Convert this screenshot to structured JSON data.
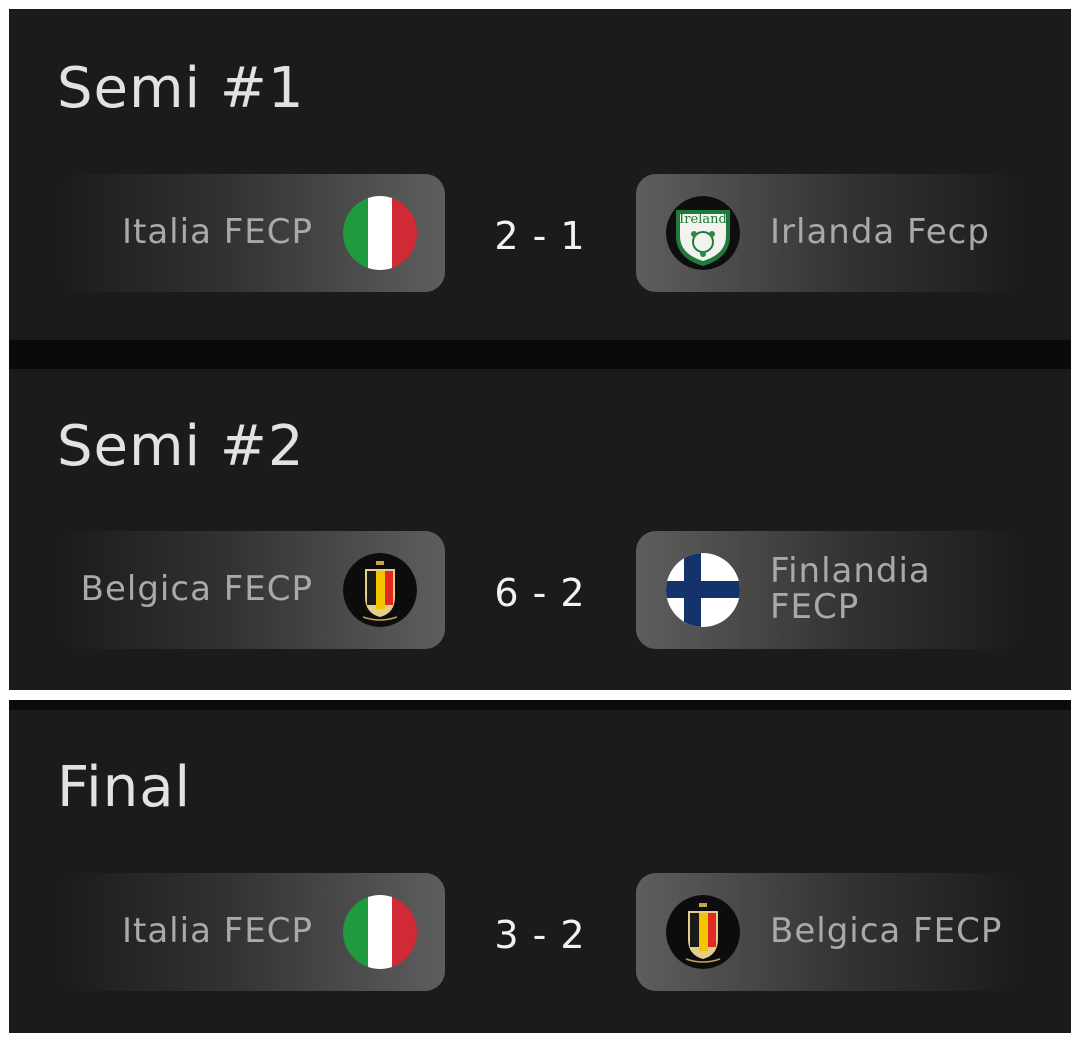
{
  "semi1": {
    "title": "Semi #1",
    "home": {
      "name": "Italia FECP",
      "icon": "italy-flag-icon"
    },
    "score": "2 - 1",
    "away": {
      "name": "Irlanda Fecp",
      "icon": "ireland-crest-icon",
      "crest_text": "Ireland"
    }
  },
  "semi2": {
    "title": "Semi #2",
    "home": {
      "name": "Belgica FECP",
      "icon": "belgium-crest-icon"
    },
    "score": "6 - 2",
    "away": {
      "name": "Finlandia FECP",
      "icon": "finland-flag-icon"
    }
  },
  "final": {
    "title": "Final",
    "home": {
      "name": "Italia FECP",
      "icon": "italy-flag-icon"
    },
    "score": "3 - 2",
    "away": {
      "name": "Belgica FECP",
      "icon": "belgium-crest-icon"
    }
  },
  "colors": {
    "panel_bg": "#1b1b1b",
    "italy_green": "#1f9a3e",
    "italy_red": "#d12a35",
    "finland_blue": "#14336b",
    "belgium_yellow": "#f5c400",
    "belgium_red": "#e02a23"
  }
}
